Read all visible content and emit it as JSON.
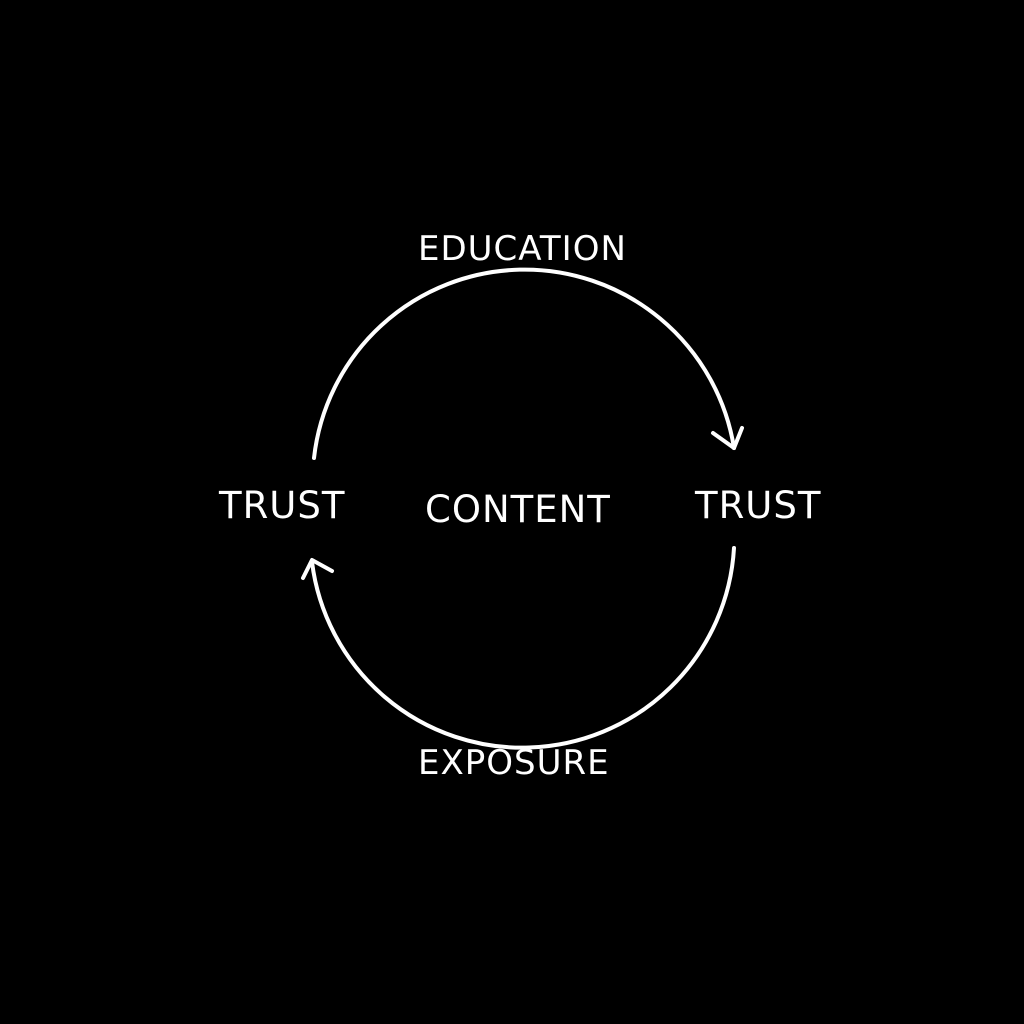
{
  "diagram": {
    "top_label": "EDUCATION",
    "bottom_label": "EXPOSURE",
    "left_label": "TRUST",
    "right_label": "TRUST",
    "center_label": "CONTENT"
  },
  "colors": {
    "background": "#000000",
    "foreground": "#ffffff"
  }
}
